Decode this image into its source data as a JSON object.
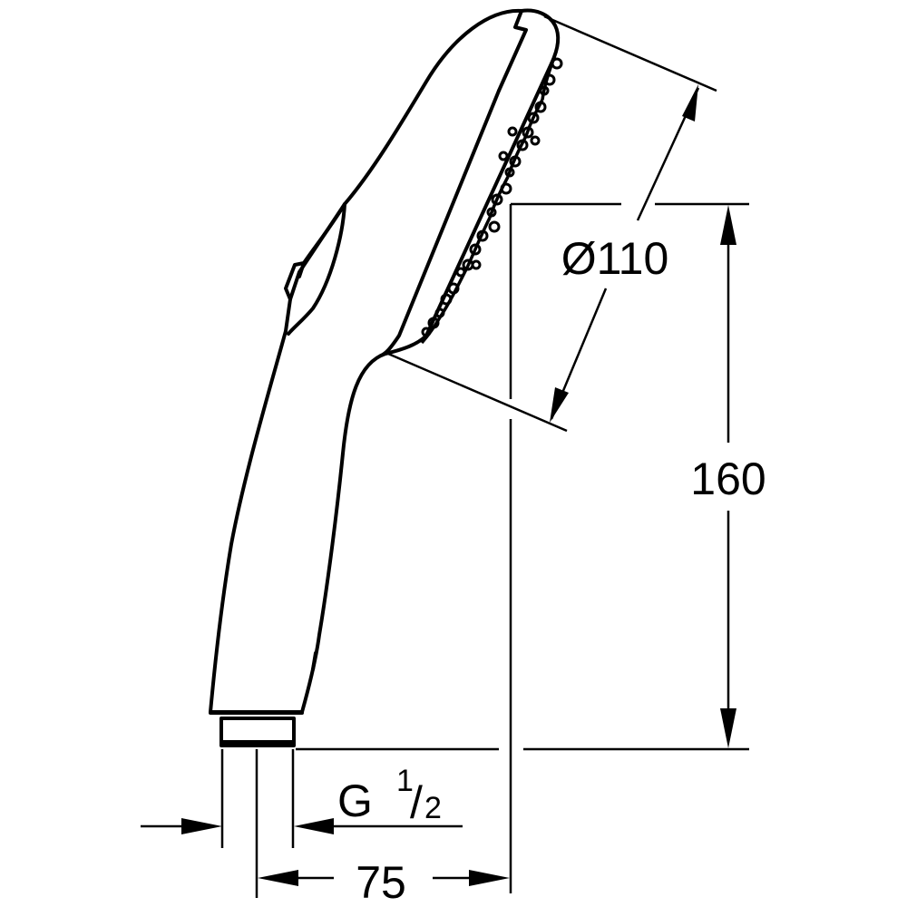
{
  "drawing": {
    "subject": "Hand shower side-view dimension drawing",
    "line_color": "#000000",
    "background": "#ffffff"
  },
  "dimensions": {
    "head_diameter": {
      "symbol": "Ø",
      "value": "110",
      "label": "Ø110"
    },
    "height": {
      "value": "160",
      "label": "160"
    },
    "width": {
      "value": "75",
      "label": "75"
    },
    "thread": {
      "letter": "G",
      "numerator": "1",
      "slash": "/",
      "denominator": "2",
      "label": "G 1/2"
    }
  }
}
